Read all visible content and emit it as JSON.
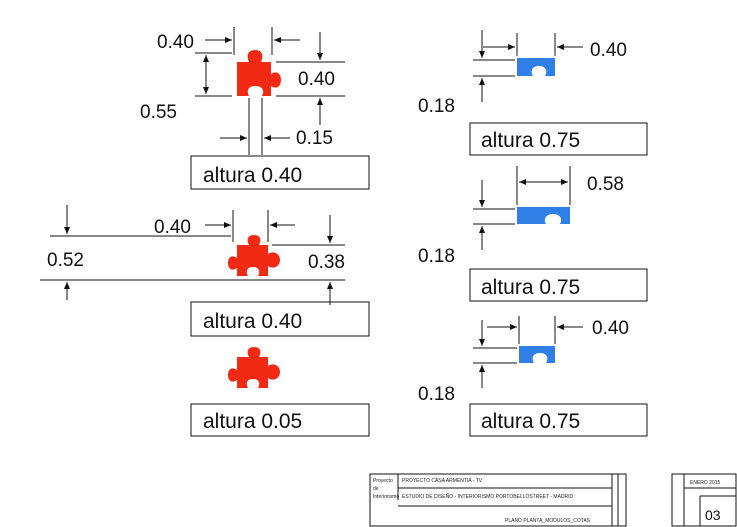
{
  "colors": {
    "red_piece": "#f22a14",
    "blue_piece": "#2f7fe6",
    "stroke": "#111111",
    "titleblock_red": "#8b1a12"
  },
  "left": {
    "module1": {
      "width": "0.40",
      "depth": "0.55",
      "tab": "0.40",
      "gap": "0.15",
      "label": "altura 0.40"
    },
    "module2": {
      "width": "0.40",
      "depth": "0.52",
      "tab": "0.38",
      "label": "altura 0.40"
    },
    "module3": {
      "label": "altura 0.05"
    }
  },
  "right": {
    "module1": {
      "width": "0.40",
      "depth": "0.18",
      "label": "altura 0.75"
    },
    "module2": {
      "width": "0.58",
      "depth": "0.18",
      "label": "altura 0.75"
    },
    "module3": {
      "width": "0.40",
      "depth": "0.18",
      "label": "altura 0.75"
    }
  },
  "titleblock": {
    "line1_a": "Proyecto",
    "line1_b": "PROYECTO  CASA ARMENTIA - TV",
    "line2_a": "de",
    "line3_a": "Interiorismo",
    "line3_b": "ESTUDIO DE  DISEÑO - INTERIORISMO PORTOBELLOSTREET - MADRID",
    "plan": "PLANO PLANTA_MODULOS_COTAS",
    "date": "ENERO 2015",
    "page": "03"
  }
}
